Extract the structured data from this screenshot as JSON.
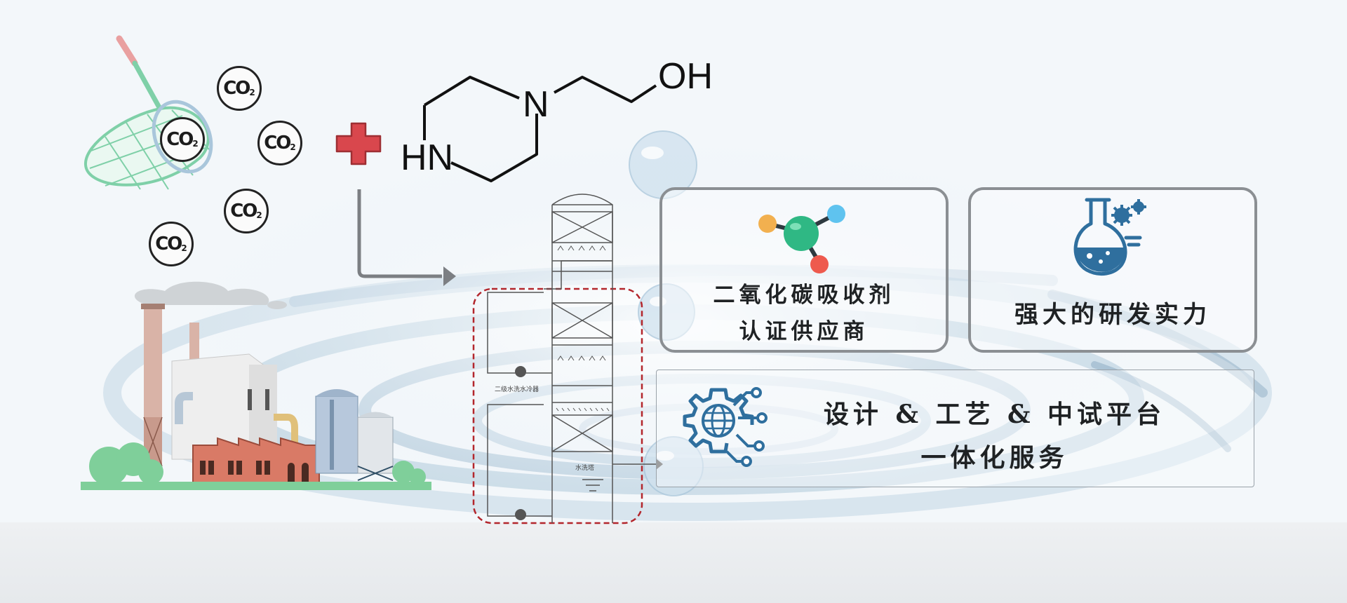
{
  "molecule": {
    "atom_n": "N",
    "atom_hn": "HN",
    "atom_oh": "OH"
  },
  "co2_bubbles": [
    {
      "formula": "CO",
      "subscript": "2"
    },
    {
      "formula": "CO",
      "subscript": "2"
    },
    {
      "formula": "CO",
      "subscript": "2"
    },
    {
      "formula": "CO",
      "subscript": "2"
    },
    {
      "formula": "CO",
      "subscript": "2"
    }
  ],
  "cards": {
    "absorbent": {
      "line1": "二氧化碳吸收剂",
      "line2": "认证供应商",
      "icon": "molecule-icon"
    },
    "rnd": {
      "line1": "强大的研发实力",
      "icon": "flask-gear-icon"
    },
    "service": {
      "line1": "设计 & 工艺 & 中试平台",
      "line2": "一体化服务",
      "icon": "gear-globe-circuit-icon"
    }
  },
  "tower": {
    "label_mid": "二级水洗水冷器",
    "label_bottom": "水洗塔"
  },
  "colors": {
    "card_border": "#8b8f93",
    "accent_blue": "#2f6f9e",
    "plus_red": "#d9474d",
    "dashed_red": "#b3262c",
    "net_green": "#7fd0a8",
    "molecule_green": "#2fb884"
  }
}
